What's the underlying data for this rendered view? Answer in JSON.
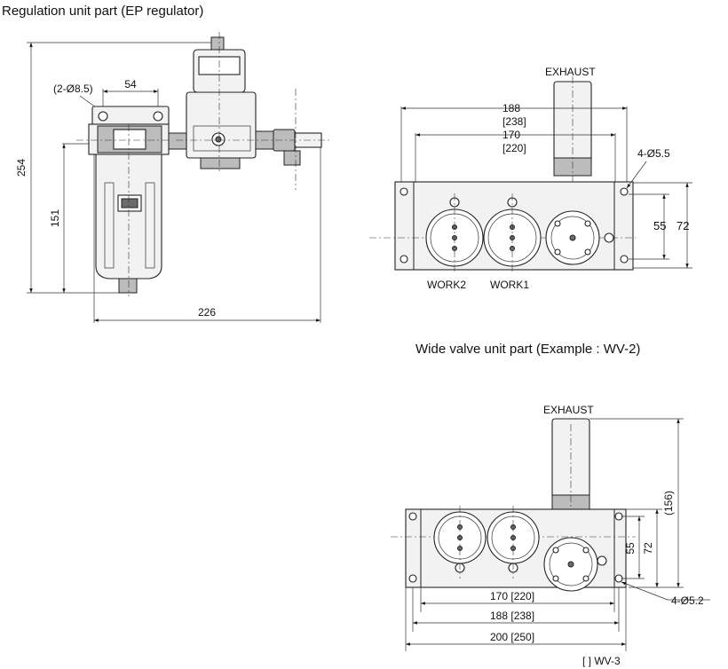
{
  "titles": {
    "regulation": "Regulation unit part (EP regulator)",
    "wide_valve": "Wide valve unit part (Example : WV-2)"
  },
  "regulation_unit": {
    "height_total": "254",
    "height_lower": "151",
    "hole_label": "(2-Ø8.5)",
    "hole_pitch": "54",
    "width_total": "226"
  },
  "valve_top": {
    "exhaust_label": "EXHAUST",
    "dim_outer": "188",
    "dim_outer_alt": "[238]",
    "dim_inner": "170",
    "dim_inner_alt": "[220]",
    "hole_label": "4-Ø5.5",
    "dim_55": "55",
    "dim_72": "72",
    "work2_label": "WORK2",
    "work1_label": "WORK1"
  },
  "valve_bottom": {
    "exhaust_label": "EXHAUST",
    "dim_156": "(156)",
    "dim_55": "55",
    "dim_72": "72",
    "hole_label": "4-Ø5.2",
    "dim_170": "170 [220]",
    "dim_188": "188 [238]",
    "dim_200": "200 [250]",
    "footnote": "[ ]  WV-3"
  }
}
